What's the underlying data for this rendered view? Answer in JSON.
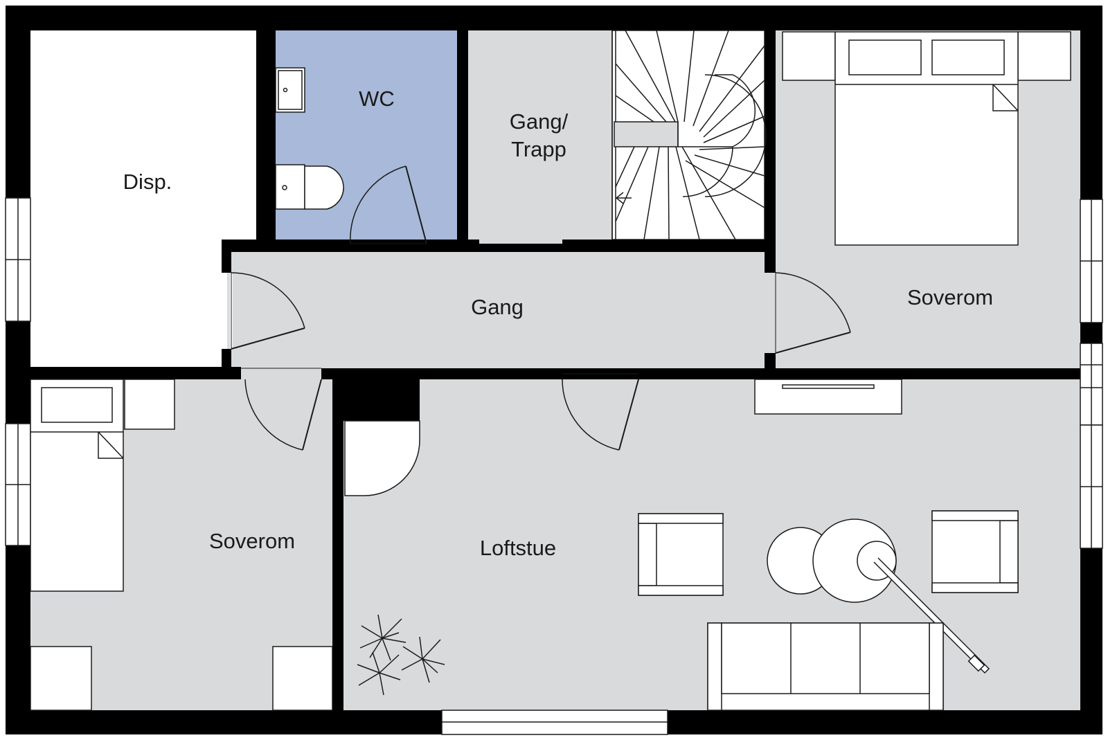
{
  "colors": {
    "floor": "#d9dadc",
    "wc_floor": "#a8b9d9",
    "wall": "#000000",
    "furniture": "#ffffff"
  },
  "rooms": {
    "disp": "Disp.",
    "wc": "WC",
    "gang_trapp_line1": "Gang/",
    "gang_trapp_line2": "Trapp",
    "gang": "Gang",
    "soverom_right": "Soverom",
    "soverom_left": "Soverom",
    "loftstue": "Loftstue"
  },
  "icons": [
    "staircase-icon",
    "double-bed-icon",
    "single-bed-icon",
    "toilet-icon",
    "sink-icon",
    "sofa-icon",
    "armchair-icon",
    "round-table-icon",
    "floor-lamp-icon",
    "plant-icon",
    "wardrobe-icon",
    "door-swing-icon",
    "window-icon"
  ]
}
